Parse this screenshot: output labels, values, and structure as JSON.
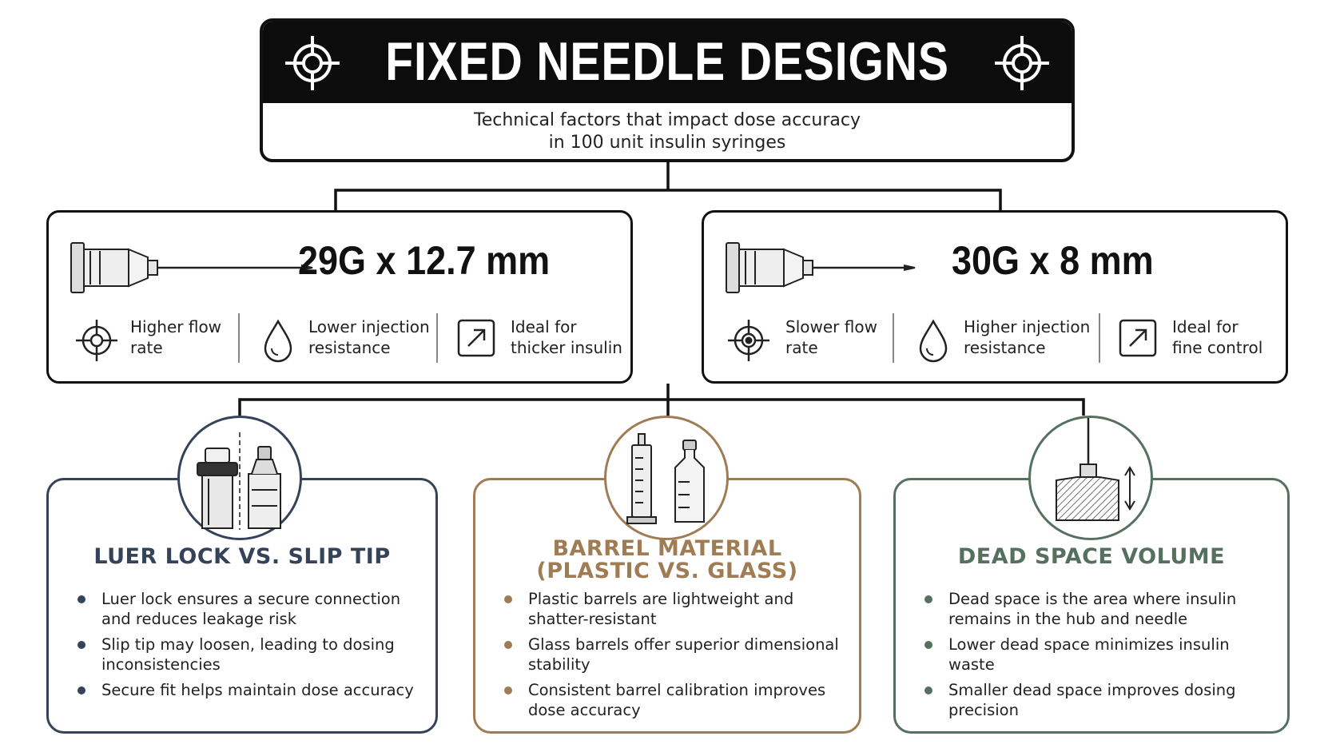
{
  "header": {
    "title": "FIXED NEEDLE DESIGNS",
    "subtitle_line1": "Technical factors that impact dose accuracy",
    "subtitle_line2": "in 100 unit insulin syringes",
    "icons": [
      "crosshair-icon",
      "crosshair-icon"
    ]
  },
  "needles": [
    {
      "gauge": "29G x 12.7 mm",
      "features": [
        {
          "icon": "crosshair-icon",
          "line1": "Higher flow",
          "line2": "rate"
        },
        {
          "icon": "droplet-icon",
          "line1": "Lower injection",
          "line2": "resistance"
        },
        {
          "icon": "arrow-up-right-icon",
          "line1": "Ideal for",
          "line2": "thicker insulin"
        }
      ]
    },
    {
      "gauge": "30G x 8 mm",
      "features": [
        {
          "icon": "target-icon",
          "line1": "Slower flow",
          "line2": "rate"
        },
        {
          "icon": "droplet-icon",
          "line1": "Higher injection",
          "line2": "resistance"
        },
        {
          "icon": "arrow-up-right-icon",
          "line1": "Ideal for",
          "line2": "fine control"
        }
      ]
    }
  ],
  "factors": [
    {
      "title_line1": "LUER LOCK VS. SLIP TIP",
      "title_line2": "",
      "color": "#34435a",
      "icon": "luer-lock-slip-tip-icon",
      "bullets": [
        "Luer lock ensures a secure connection and reduces leakage risk",
        "Slip tip may loosen, leading to dosing inconsistencies",
        "Secure fit helps maintain dose accuracy"
      ]
    },
    {
      "title_line1": "BARREL MATERIAL",
      "title_line2": "(PLASTIC VS. GLASS)",
      "color": "#a07c55",
      "icon": "syringe-vial-icon",
      "bullets": [
        "Plastic barrels are lightweight and shatter-resistant",
        "Glass barrels offer superior dimensional stability",
        "Consistent barrel calibration improves dose accuracy"
      ]
    },
    {
      "title_line1": "DEAD SPACE VOLUME",
      "title_line2": "",
      "color": "#55705e",
      "icon": "dead-space-hub-icon",
      "bullets": [
        "Dead space is the area where insulin remains in the hub and needle",
        "Lower dead space minimizes insulin waste",
        "Smaller dead space improves dosing precision"
      ]
    }
  ]
}
